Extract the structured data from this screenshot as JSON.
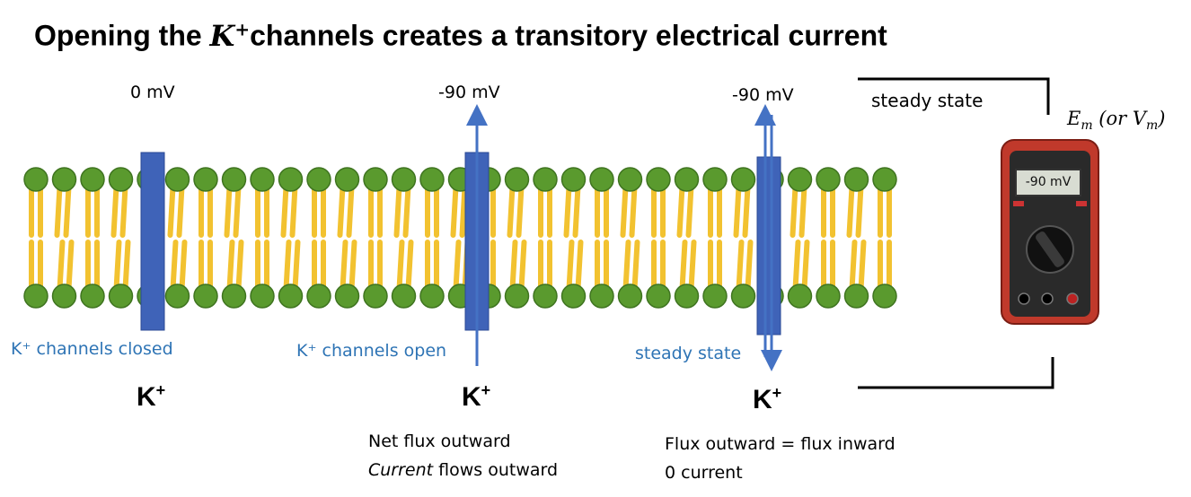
{
  "title": {
    "prefix": "Opening the ",
    "symbol": "K",
    "sup": "+",
    "suffix": "channels creates a transitory electrical current"
  },
  "panels": [
    {
      "voltage": "0 mV",
      "state_label": "K⁺ channels closed",
      "ion": "K",
      "ion_sup": "+"
    },
    {
      "voltage": "-90 mV",
      "state_label": "K⁺ channels open",
      "ion": "K",
      "ion_sup": "+",
      "note_line1": "Net flux outward",
      "note_line2_em": "Current",
      "note_line2_rest": " flows outward"
    },
    {
      "voltage": "-90 mV",
      "state_label": "steady state",
      "ion": "K",
      "ion_sup": "+",
      "note_line1": "Flux outward = flux inward",
      "note_line2": "0 current"
    }
  ],
  "meter": {
    "steady_label": "steady state",
    "em_label": "E",
    "em_sub": "m",
    "em_rest": " (or V",
    "vm_sub": "m",
    "em_close": ")",
    "display": "-90 mV"
  },
  "colors": {
    "lipid_head": "#5a9a2e",
    "lipid_tail": "#f2c230",
    "channel": "#3f63b8",
    "arrow": "#4472c4",
    "label_blue": "#2e74b5"
  }
}
